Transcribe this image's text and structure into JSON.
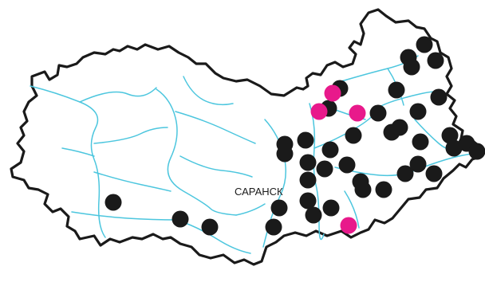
{
  "map": {
    "city_label": "САРАНСК",
    "colors": {
      "outline": "#1a1a1a",
      "river": "#4cc6de",
      "marker_default": "#1a1a1a",
      "marker_highlight": "#e8198b",
      "background": "#ffffff"
    },
    "marker_categories": [
      "default",
      "highlight"
    ]
  }
}
